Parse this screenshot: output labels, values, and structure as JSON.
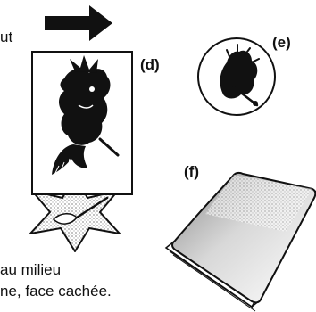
{
  "labels": {
    "d": "(d)",
    "e": "(e)",
    "f": "(f)"
  },
  "text": {
    "top_fragment": "ut",
    "bottom_line_1": "au milieu",
    "bottom_line_2": "ne, face cachée."
  },
  "icons": {
    "arrow": "right-arrow-icon",
    "card_figure": "witch-on-broom-silhouette",
    "star": "star-icon",
    "token": "broom-token-icon",
    "deck": "card-deck-icon"
  },
  "colors": {
    "ink": "#111111",
    "paper": "#ffffff",
    "star_fill": "#d9d9d9",
    "deck_shade": "#bdbdbd"
  }
}
